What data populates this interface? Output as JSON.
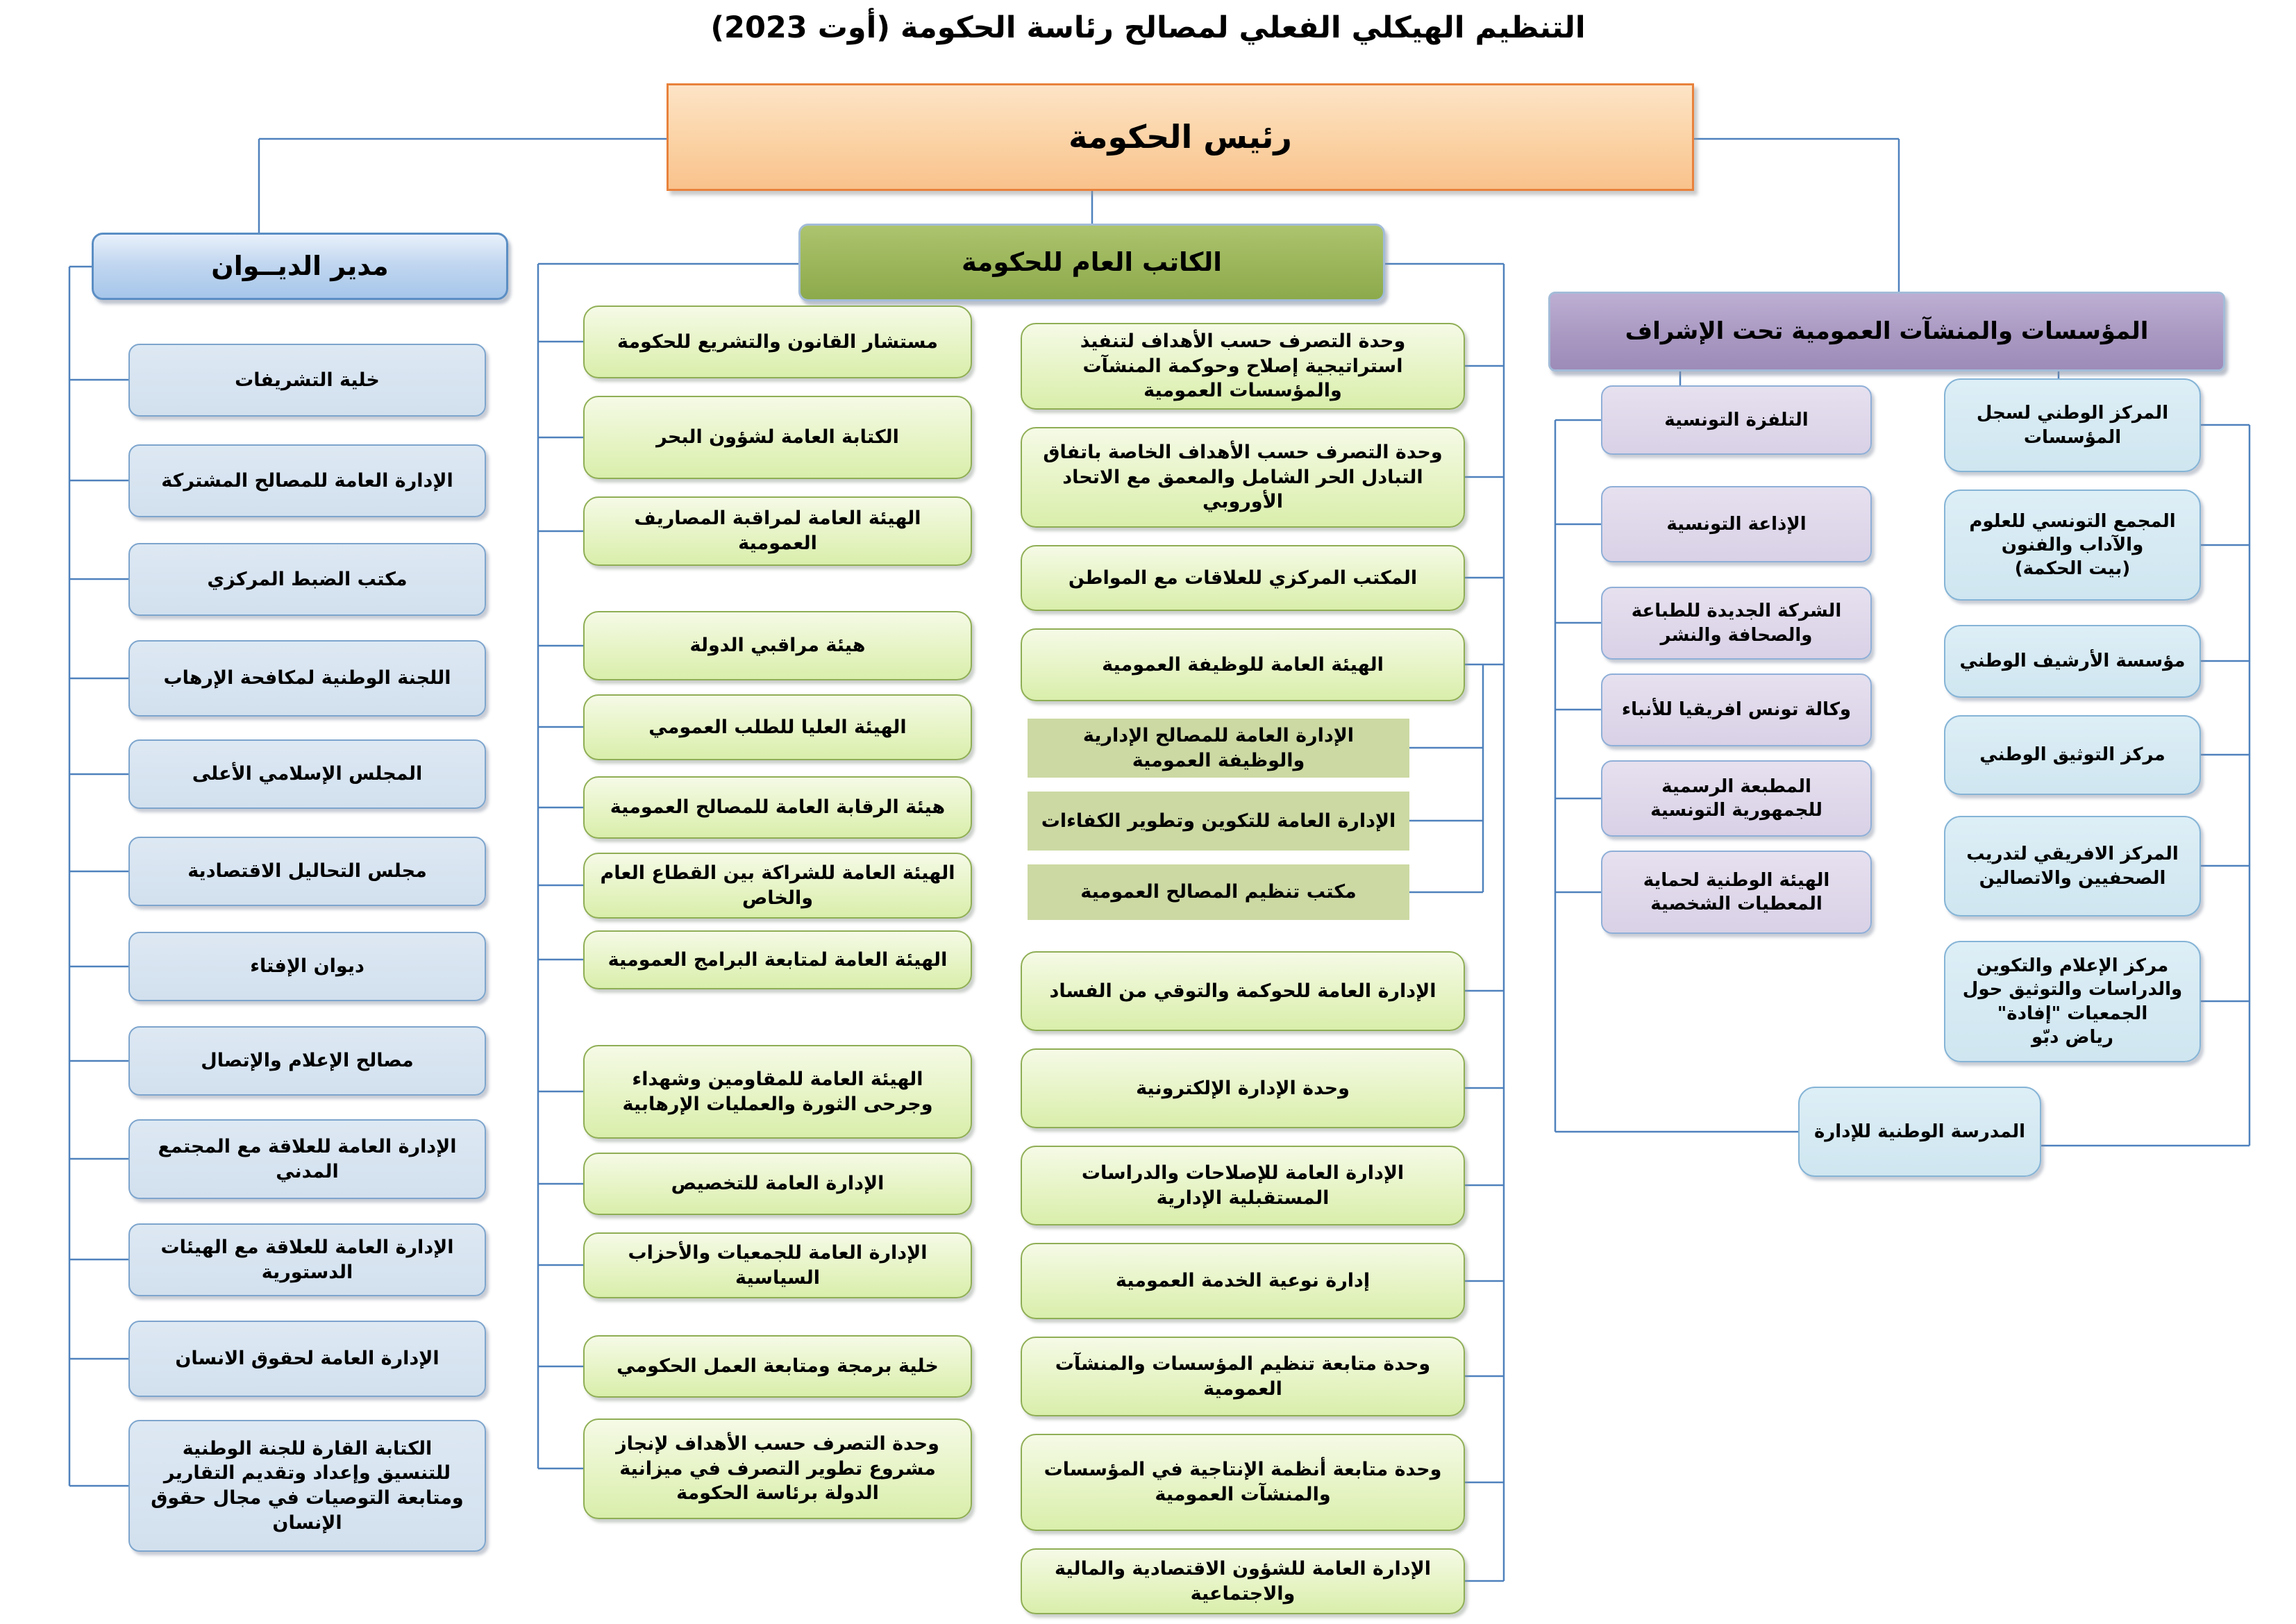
{
  "title": "التنظيم الهيكلي الفعلي لمصالح رئاسة الحكومة (أوت 2023)",
  "root_label": "رئيس الحكومة",
  "palette": {
    "root_fill": "#FBD2A4",
    "root_border": "#E8823C",
    "diwan_header_fill": "#A6C6EA",
    "sg_header_fill": "#9BB55A",
    "supervision_header_fill": "#A999C2",
    "connector": "#4F81BD",
    "diwan_box": "#D8E3F0",
    "green_box": "#E2F2BC",
    "olive_box": "#CCD9A3",
    "lavender_box": "#DCD4E8",
    "cyan_box": "#D6E9F2"
  },
  "diwan": {
    "header": "مدير الديــوان",
    "items": [
      "خلية التشريفات",
      "الإدارة العامة للمصالح المشتركة",
      "مكتب الضبط المركزي",
      "اللجنة الوطنية لمكافحة الإرهاب",
      "المجلس الإسلامي الأعلى",
      "مجلس التحاليل الاقتصادية",
      "ديوان الإفتاء",
      "مصالح الإعلام والإتصال",
      "الإدارة العامة للعلاقة مع المجتمع المدني",
      "الإدارة العامة للعلاقة مع الهيئات الدستورية",
      "الإدارة العامة لحقوق الانسان",
      "الكتابة القارة للجنة الوطنية للتنسيق وإعداد وتقديم التقارير ومتابعة التوصيات في مجال حقوق الإنسان"
    ]
  },
  "sg": {
    "header": "الكاتب العام للحكومة",
    "col1": [
      "مستشار القانون والتشريع للحكومة",
      "الكتابة العامة لشؤون البحر",
      "الهيئة العامة لمراقبة المصاريف العمومية",
      "هيئة مراقبي الدولة",
      "الهيئة العليا للطلب العمومي",
      "هيئة الرقابة العامة للمصالح العمومية",
      "الهيئة العامة للشراكة بين القطاع العام والخاص",
      "الهيئة العامة لمتابعة البرامج العمومية",
      "الهيئة العامة للمقاومين وشهداء وجرحى الثورة والعمليات الإرهابية",
      "الإدارة العامة للتخصيص",
      "الإدارة العامة للجمعيات والأحزاب السياسية",
      "خلية برمجة ومتابعة العمل الحكومي",
      "وحدة التصرف حسب الأهداف لإنجاز مشروع تطوير التصرف في ميزانية الدولة برئاسة الحكومة"
    ],
    "col2": [
      "وحدة التصرف حسب الأهداف لتنفيذ استراتيجية إصلاح وحوكمة المنشآت والمؤسسات العمومية",
      "وحدة التصرف حسب الأهداف الخاصة باتفاق التبادل الحر الشامل والمعمق مع الاتحاد الأوروبي",
      "المكتب المركزي للعلاقات مع المواطن",
      "الهيئة العامة للوظيفة العمومية",
      "الإدارة العامة للمصالح الإدارية والوظيفة العمومية",
      "الإدارة العامة للتكوين وتطوير الكفاءات",
      "مكتب تنظيم المصالح العمومية",
      "الإدارة العامة للحوكمة والتوقي من الفساد",
      "وحدة الإدارة الإلكترونية",
      "الإدارة العامة للإصلاحات والدراسات المستقبلية الإدارية",
      "إدارة نوعية الخدمة العمومية",
      "وحدة متابعة تنظيم المؤسسات والمنشآت العمومية",
      "وحدة متابعة أنظمة الإنتاجية في المؤسسات والمنشآت العمومية",
      "الإدارة العامة للشؤون الاقتصادية والمالية والاجتماعية"
    ]
  },
  "supervision": {
    "header": "المؤسسات والمنشآت العمومية تحت الإشراف",
    "media": [
      "التلفزة التونسية",
      "الإذاعة التونسية",
      "الشركة الجديدة للطباعة والصحافة والنشر",
      "وكالة تونس افريقيا للأنباء",
      "المطبعة الرسمية للجمهورية التونسية",
      "الهيئة الوطنية لحماية المعطيات الشخصية"
    ],
    "institutions": [
      "المركز الوطني لسجل المؤسسات",
      "المجمع التونسي للعلوم والآداب والفنون\n(بيت الحكمة)",
      "مؤسسة الأرشيف الوطني",
      "مركز التوثيق الوطني",
      "المركز الافريقي لتدريب الصحفيين والاتصالين",
      "مركز الإعلام والتكوين والدراسات والتوثيق حول الجمعيات \"إفادة\"\nرياض دبّو"
    ],
    "school": "المدرسة الوطنية للإدارة"
  }
}
